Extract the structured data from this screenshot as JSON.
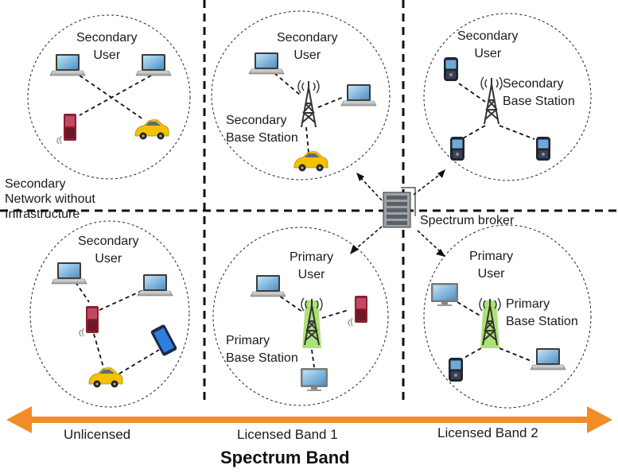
{
  "cells": {
    "top_left": {
      "user_label_1": "Secondary",
      "user_label_2": "User"
    },
    "top_mid": {
      "user_label_1": "Secondary",
      "user_label_2": "User",
      "station_label_1": "Secondary",
      "station_label_2": "Base Station"
    },
    "top_right": {
      "user_label_1": "Secondary",
      "user_label_2": "User",
      "station_label_1": "Secondary",
      "station_label_2": "Base Station"
    },
    "bottom_left": {
      "user_label_1": "Secondary",
      "user_label_2": "User"
    },
    "bottom_mid": {
      "user_label_1": "Primary",
      "user_label_2": "User",
      "station_label_1": "Primary",
      "station_label_2": "Base Station"
    },
    "bottom_right": {
      "user_label_1": "Primary",
      "user_label_2": "User",
      "station_label_1": "Primary",
      "station_label_2": "Base Station"
    }
  },
  "network_label": {
    "line1": "Secondary",
    "line2": "Network without",
    "line3": "Infrastructure"
  },
  "broker_label": "Spectrum broker",
  "bands": {
    "unlicensed": "Unlicensed",
    "licensed1": "Licensed Band 1",
    "licensed2": "Licensed Band 2"
  },
  "axis_title": "Spectrum Band",
  "colors": {
    "arrow": "#f28c28",
    "tower": "#333333",
    "primary_glow": "#8fd14f",
    "car": "#f2c200",
    "phone_red": "#a0283c",
    "dashed": "#111111"
  }
}
